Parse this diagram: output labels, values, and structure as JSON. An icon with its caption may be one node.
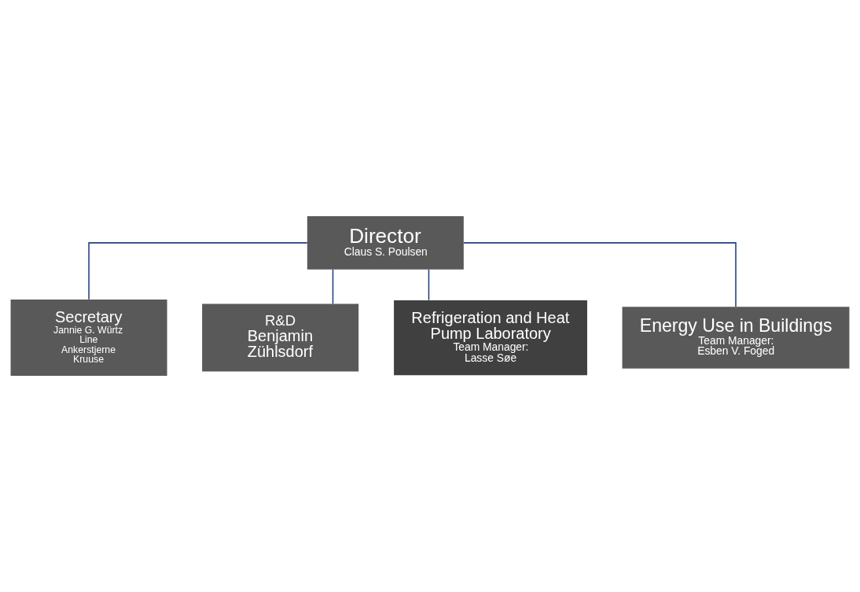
{
  "diagram": {
    "nodes": [
      {
        "text": [
          "Director",
          "Claus S. Poulsen"
        ]
      },
      {
        "text": [
          "Secretary",
          "Jannie G. Würtz",
          "Line Ankerstjerne Kruuse"
        ]
      },
      {
        "text": [
          "R&D",
          "Benjamin Zühlsdorf"
        ]
      },
      {
        "text": [
          "Refrigeration and Heat Pump Laboratory",
          "Team Manager: Lasse Søe"
        ]
      },
      {
        "text": [
          "Energy Use in Buildings",
          "Team Manager: Esben V. Foged"
        ]
      }
    ],
    "edges": [
      {
        "from": 0,
        "to": 1,
        "arrow": "none"
      },
      {
        "from": 0,
        "to": 2,
        "arrow": "none"
      },
      {
        "from": 0,
        "to": 3,
        "arrow": "none"
      },
      {
        "from": 0,
        "to": 4,
        "arrow": "none"
      }
    ]
  }
}
